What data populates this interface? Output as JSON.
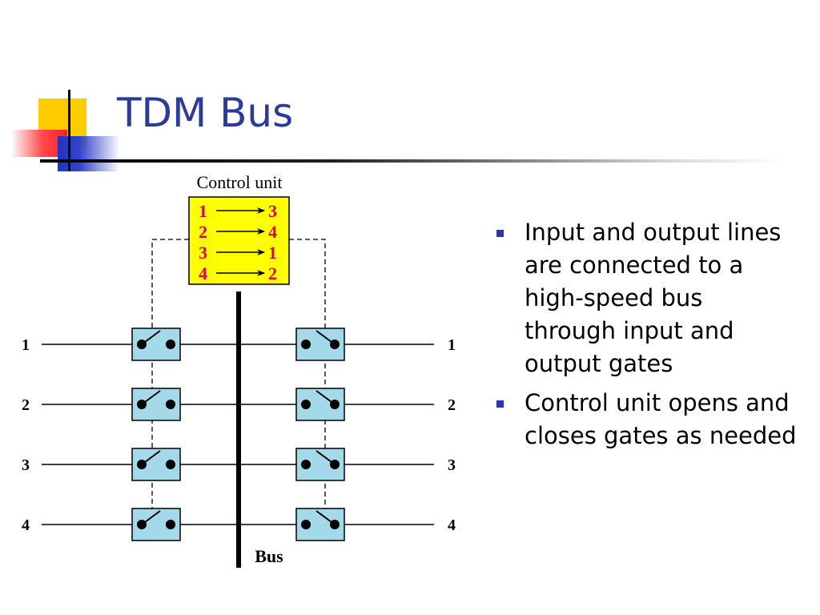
{
  "slide": {
    "title": "TDM Bus",
    "bullets": [
      {
        "text": "Input and output lines are connected to a high-speed bus through input and output gates"
      },
      {
        "text": "Control unit opens and closes gates as needed"
      }
    ]
  },
  "diagram": {
    "control_unit_label": "Control unit",
    "control_unit_fill": "#ffff00",
    "mapping_color": "#e0004e",
    "gate_fill": "#a3d9e8",
    "mappings": [
      {
        "from": "1",
        "to": "3"
      },
      {
        "from": "2",
        "to": "4"
      },
      {
        "from": "3",
        "to": "1"
      },
      {
        "from": "4",
        "to": "2"
      }
    ],
    "input_lines": [
      "1",
      "2",
      "3",
      "4"
    ],
    "output_lines": [
      "1",
      "2",
      "3",
      "4"
    ],
    "bus_label": "Bus"
  }
}
